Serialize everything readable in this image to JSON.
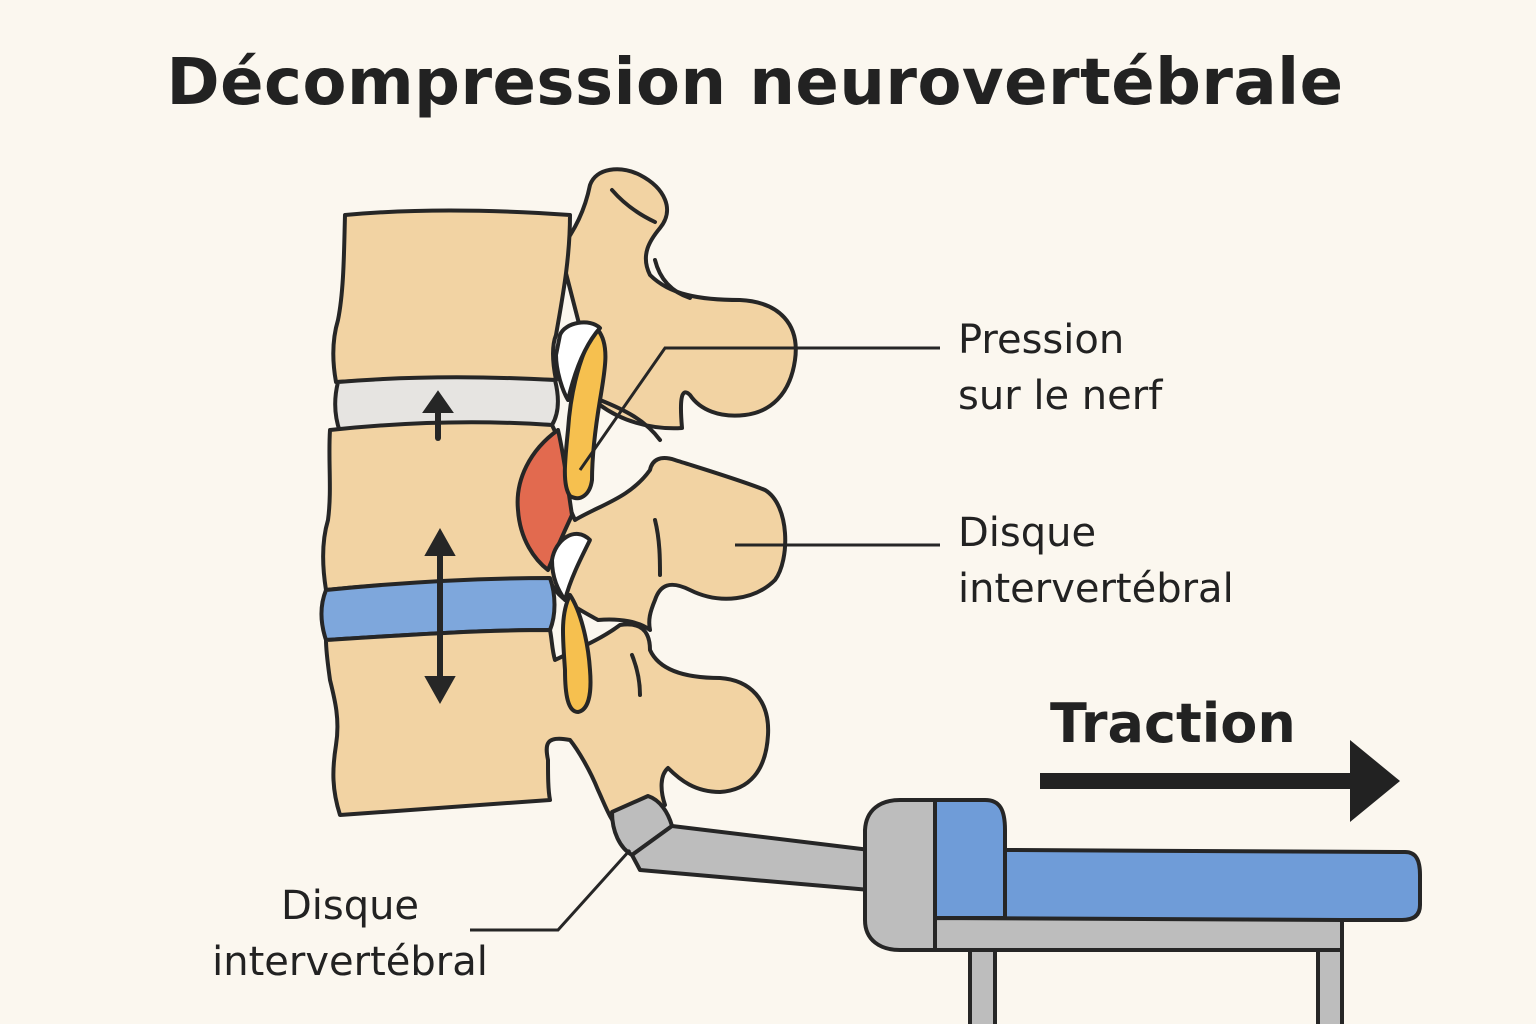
{
  "title": "Décompression neurovertébrale",
  "labels": {
    "nerve_pressure": [
      "Pression",
      "sur le nerf"
    ],
    "disc_right": [
      "Disque",
      "intervertébral"
    ],
    "disc_left": [
      "Disque",
      "intervertébral"
    ],
    "traction": "Traction"
  },
  "colors": {
    "background": "#fbf7ef",
    "bone": "#f2d3a3",
    "outline": "#262626",
    "disc_healthy": "#7ea7dc",
    "disc_compressed": "#e6e4e1",
    "nerve": "#f6c04f",
    "herniation": "#e26a4f",
    "metal": "#bdbdbd",
    "table_pad": "#6f9cd8"
  },
  "icons": [
    "up-arrow-icon",
    "double-arrow-icon",
    "traction-arrow-icon"
  ]
}
